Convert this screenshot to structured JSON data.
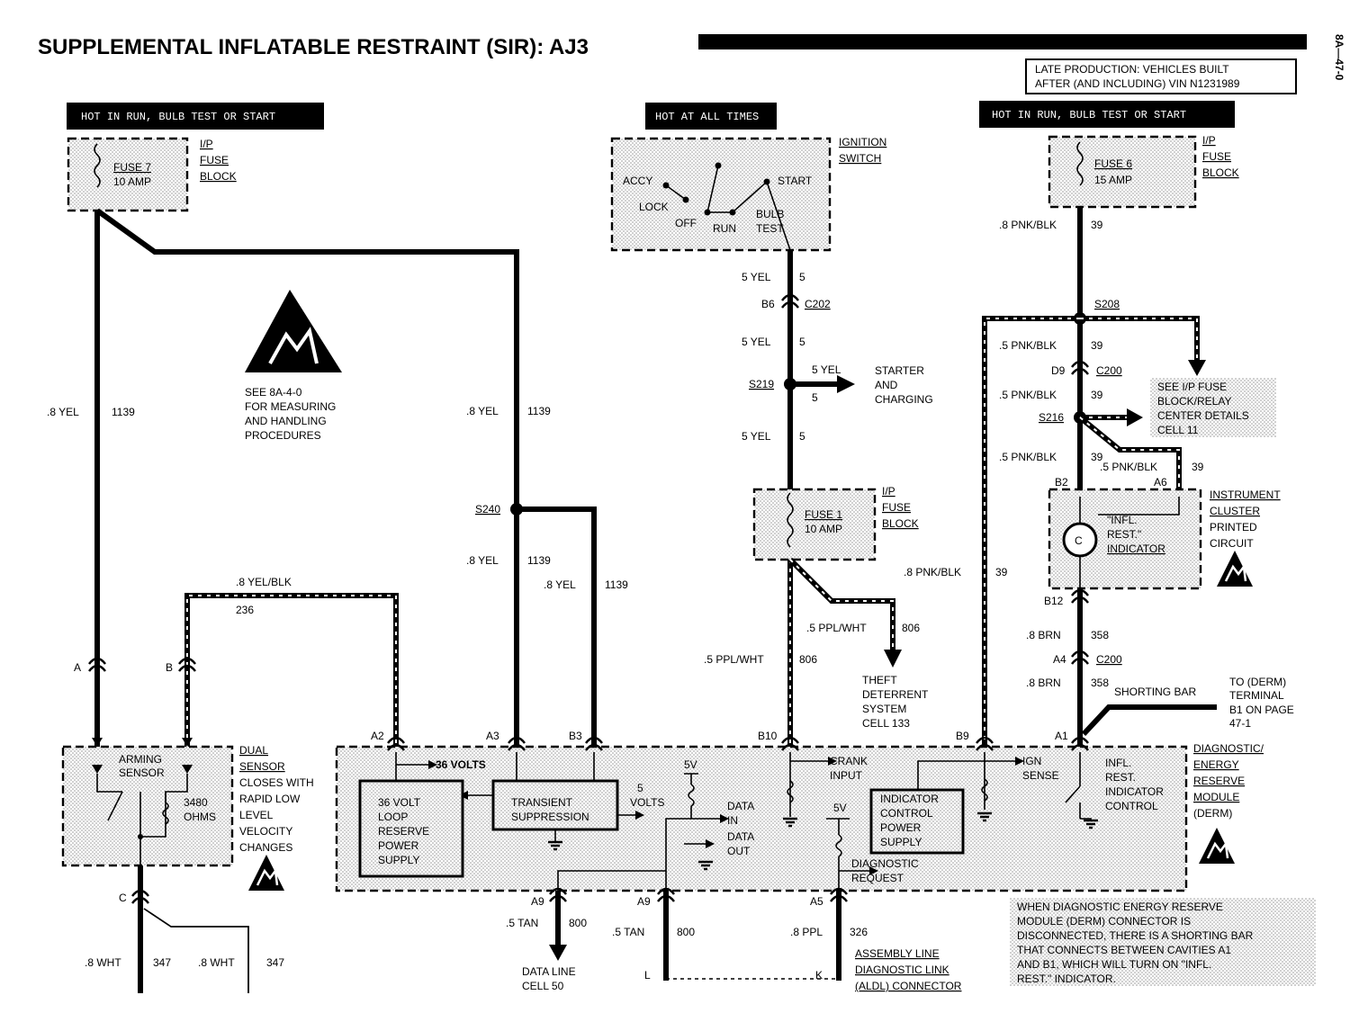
{
  "title": "SUPPLEMENTAL INFLATABLE RESTRAINT (SIR): AJ3",
  "page_ref": "8A—47-0",
  "late_production_note": [
    "LATE PRODUCTION: VEHICLES BUILT",
    "AFTER (AND INCLUDING) VIN N1231989"
  ],
  "headers": {
    "left": "HOT IN RUN, BULB TEST OR START",
    "center": "HOT AT ALL TIMES",
    "right": "HOT IN RUN, BULB TEST OR START"
  },
  "fuse7": {
    "fuse": "FUSE 7",
    "amp": "10 AMP",
    "block": [
      "I/P",
      "FUSE",
      "BLOCK"
    ]
  },
  "fuse6": {
    "fuse": "FUSE 6",
    "amp": "15 AMP",
    "block": [
      "I/P",
      "FUSE",
      "BLOCK"
    ]
  },
  "fuse1": {
    "fuse": "FUSE 1",
    "amp": "10 AMP",
    "block": [
      "I/P",
      "FUSE",
      "BLOCK"
    ]
  },
  "ignition": {
    "title": [
      "IGNITION",
      "SWITCH"
    ],
    "accy": "ACCY",
    "lock": "LOCK",
    "off": "OFF",
    "run": "RUN",
    "start": "START",
    "bulb": "BULB",
    "test": "TEST"
  },
  "esd_note": [
    "SEE 8A-4-0",
    "FOR MEASURING",
    "AND HANDLING",
    "PROCEDURES"
  ],
  "wires": {
    "yel_left": ".8 YEL",
    "num_1139": "1139",
    "yel_mid": ".8 YEL",
    "yel_lower": ".8 YEL",
    "yel_right": ".8 YEL",
    "yelblk": ".8 YEL/BLK",
    "num_236": "236",
    "yel5_a": "5 YEL",
    "five": "5",
    "yel5_b": "5 YEL",
    "yel5_c": "5 YEL",
    "yel5_d": "5 YEL",
    "ppl_a": ".5 PPL/WHT",
    "num_806": "806",
    "ppl_b": ".5 PPL/WHT",
    "pnk_a": ".8 PNK/BLK",
    "num_39": "39",
    "pnk_b": ".5 PNK/BLK",
    "pnk_c": ".5 PNK/BLK",
    "pnk_d": ".5 PNK/BLK",
    "pnk_e": ".5 PNK/BLK",
    "pnk_f": ".8 PNK/BLK",
    "brn_a": ".8 BRN",
    "num_358": "358",
    "brn_b": ".8 BRN",
    "tan_a": ".5 TAN",
    "num_800": "800",
    "tan_b": ".5 TAN",
    "ppl8": ".8 PPL",
    "num_326": "326",
    "wht_a": ".8 WHT",
    "num_347": "347",
    "wht_b": ".8 WHT"
  },
  "connectors": {
    "b6": "B6",
    "c202": "C202",
    "s219": "S219",
    "s240": "S240",
    "s208": "S208",
    "d9": "D9",
    "c200": "C200",
    "s216": "S216",
    "b2": "B2",
    "a6": "A6",
    "b12": "B12",
    "a4": "A4",
    "a": "A",
    "b": "B",
    "c": "C",
    "a2": "A2",
    "a3": "A3",
    "b3": "B3",
    "b10": "B10",
    "b9": "B9",
    "a1": "A1",
    "a9": "A9",
    "a5": "A5",
    "l": "L",
    "k": "K"
  },
  "starter": [
    "STARTER",
    "AND",
    "CHARGING"
  ],
  "theft": [
    "THEFT",
    "DETERRENT",
    "SYSTEM",
    "CELL 133"
  ],
  "see_ip": [
    "SEE I/P FUSE",
    "BLOCK/RELAY",
    "CENTER DETAILS",
    "CELL 11"
  ],
  "cluster": {
    "indicator": [
      "\"INFL.",
      "REST.\"",
      "INDICATOR"
    ],
    "label": [
      "INSTRUMENT",
      "CLUSTER",
      "PRINTED",
      "CIRCUIT"
    ]
  },
  "shorting": {
    "bar": "SHORTING BAR",
    "to": [
      "TO (DERM)",
      "TERMINAL",
      "B1 ON PAGE",
      "47-1"
    ]
  },
  "dual_sensor": {
    "arming": [
      "ARMING",
      "SENSOR"
    ],
    "ohms": [
      "3480",
      "OHMS"
    ],
    "label": [
      "DUAL",
      "SENSOR"
    ],
    "desc": [
      "CLOSES WITH",
      "RAPID LOW",
      "LEVEL",
      "VELOCITY",
      "CHANGES"
    ]
  },
  "derm": {
    "volts36": "36 VOLTS",
    "loop": [
      "36 VOLT",
      "LOOP",
      "RESERVE",
      "POWER",
      "SUPPLY"
    ],
    "transient": [
      "TRANSIENT",
      "SUPPRESSION"
    ],
    "volts5": [
      "5",
      "VOLTS"
    ],
    "v5": "5V",
    "data_in": [
      "DATA",
      "IN"
    ],
    "data_out": [
      "DATA",
      "OUT"
    ],
    "crank": [
      "CRANK",
      "INPUT"
    ],
    "indicator_ps": [
      "INDICATOR",
      "CONTROL",
      "POWER",
      "SUPPLY"
    ],
    "diag_req": [
      "DIAGNOSTIC",
      "REQUEST"
    ],
    "ign_sense": [
      "IGN",
      "SENSE"
    ],
    "infl_ctrl": [
      "INFL.",
      "REST.",
      "INDICATOR",
      "CONTROL"
    ],
    "label": [
      "DIAGNOSTIC/",
      "ENERGY",
      "RESERVE",
      "MODULE",
      "(DERM)"
    ]
  },
  "data_line": [
    "DATA LINE",
    "CELL 50"
  ],
  "aldl": [
    "ASSEMBLY LINE",
    "DIAGNOSTIC LINK",
    "(ALDL) CONNECTOR"
  ],
  "derm_note": [
    "WHEN DIAGNOSTIC ENERGY RESERVE",
    "MODULE (DERM) CONNECTOR IS",
    "DISCONNECTED, THERE IS A SHORTING BAR",
    "THAT CONNECTS BETWEEN CAVITIES A1",
    "AND B1, WHICH WILL TURN ON \"INFL.",
    "REST.\" INDICATOR."
  ]
}
